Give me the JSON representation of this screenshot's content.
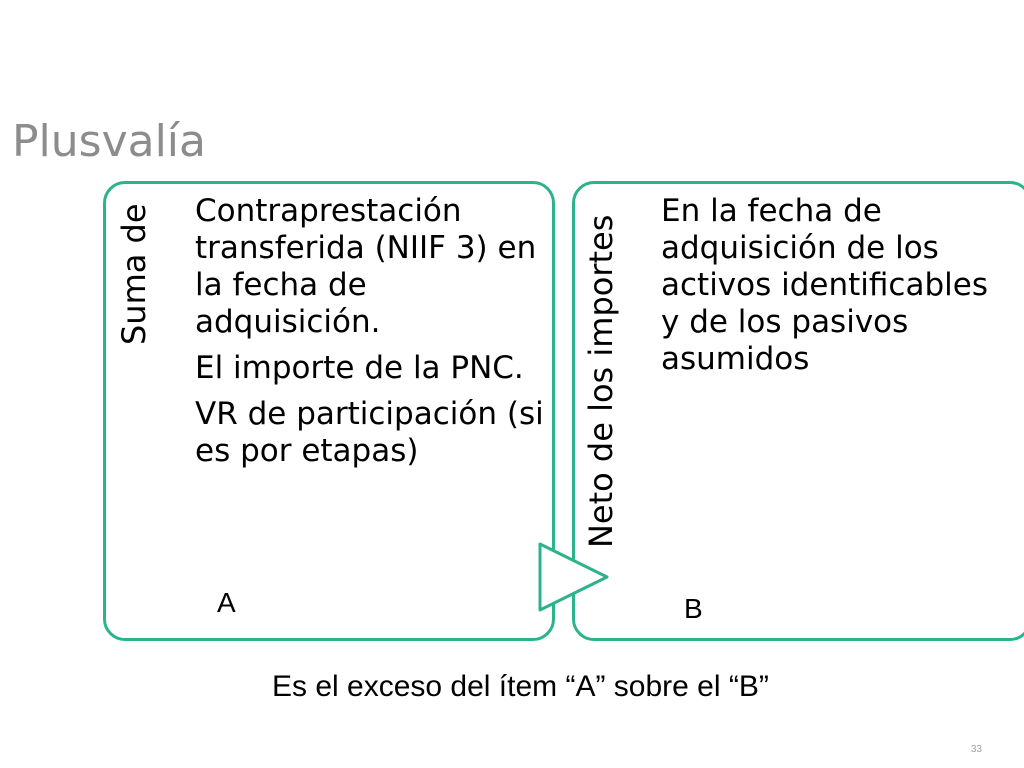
{
  "slide": {
    "title": "Plusvalía",
    "footnote": "Es el exceso del ítem “A” sobre el “B”",
    "page_number": "33"
  },
  "panels": [
    {
      "side_label": "Suma de",
      "items": [
        "Contraprestación transferida (NIIF 3) en la fecha de adquisición.",
        "El importe de la PNC.",
        "VR de participación (si es por etapas)"
      ],
      "marker": "A"
    },
    {
      "side_label": "Neto de los importes",
      "items": [
        "En la fecha de adquisición de los activos identificables y de los pasivos asumidos"
      ],
      "marker": "B"
    }
  ],
  "colors": {
    "accent": "#2bb48c",
    "title": "#8c8c8c"
  },
  "icons": {
    "arrow": "triangle-right-icon"
  }
}
